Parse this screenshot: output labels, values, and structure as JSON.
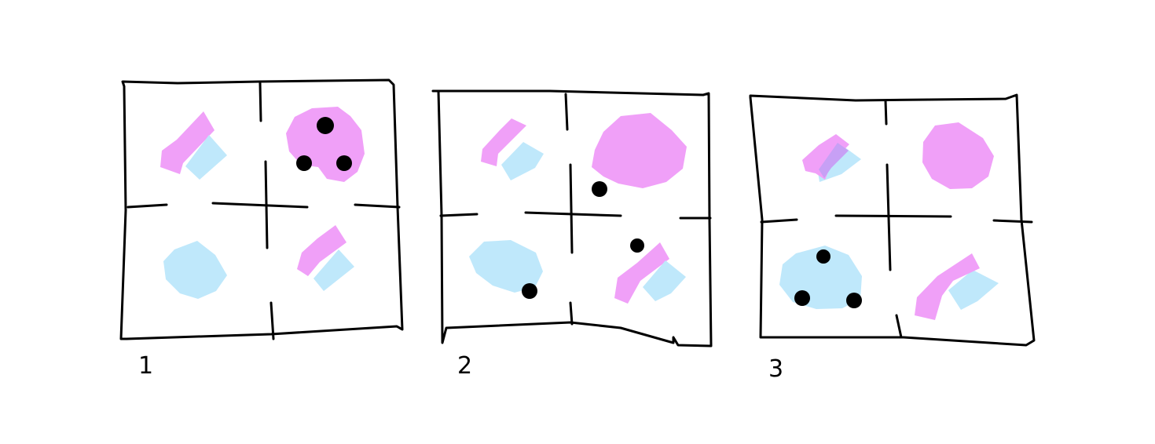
{
  "colors": {
    "ink": "#000000",
    "pink": "#f0a0f8",
    "blue": "#bfe8fb",
    "overlap": "#c7a0f5",
    "paper": "#ffffff"
  },
  "panels": [
    {
      "label": "1",
      "cells": {
        "top_left": {
          "content": "stripes",
          "dots": 0
        },
        "top_right": {
          "content": "pink-blob",
          "dots": 3
        },
        "bottom_left": {
          "content": "blue-blob",
          "dots": 0
        },
        "bottom_right": {
          "content": "stripes",
          "dots": 0
        }
      }
    },
    {
      "label": "2",
      "cells": {
        "top_left": {
          "content": "stripes",
          "dots": 0
        },
        "top_right": {
          "content": "pink-blob",
          "dots": 1
        },
        "bottom_left": {
          "content": "blue-blob",
          "dots": 1
        },
        "bottom_right": {
          "content": "stripes",
          "dots": 1
        }
      }
    },
    {
      "label": "3",
      "cells": {
        "top_left": {
          "content": "stripes-overlapping",
          "dots": 0
        },
        "top_right": {
          "content": "pink-blob",
          "dots": 0
        },
        "bottom_left": {
          "content": "blue-blob",
          "dots": 3
        },
        "bottom_right": {
          "content": "stripes",
          "dots": 0
        }
      }
    }
  ]
}
